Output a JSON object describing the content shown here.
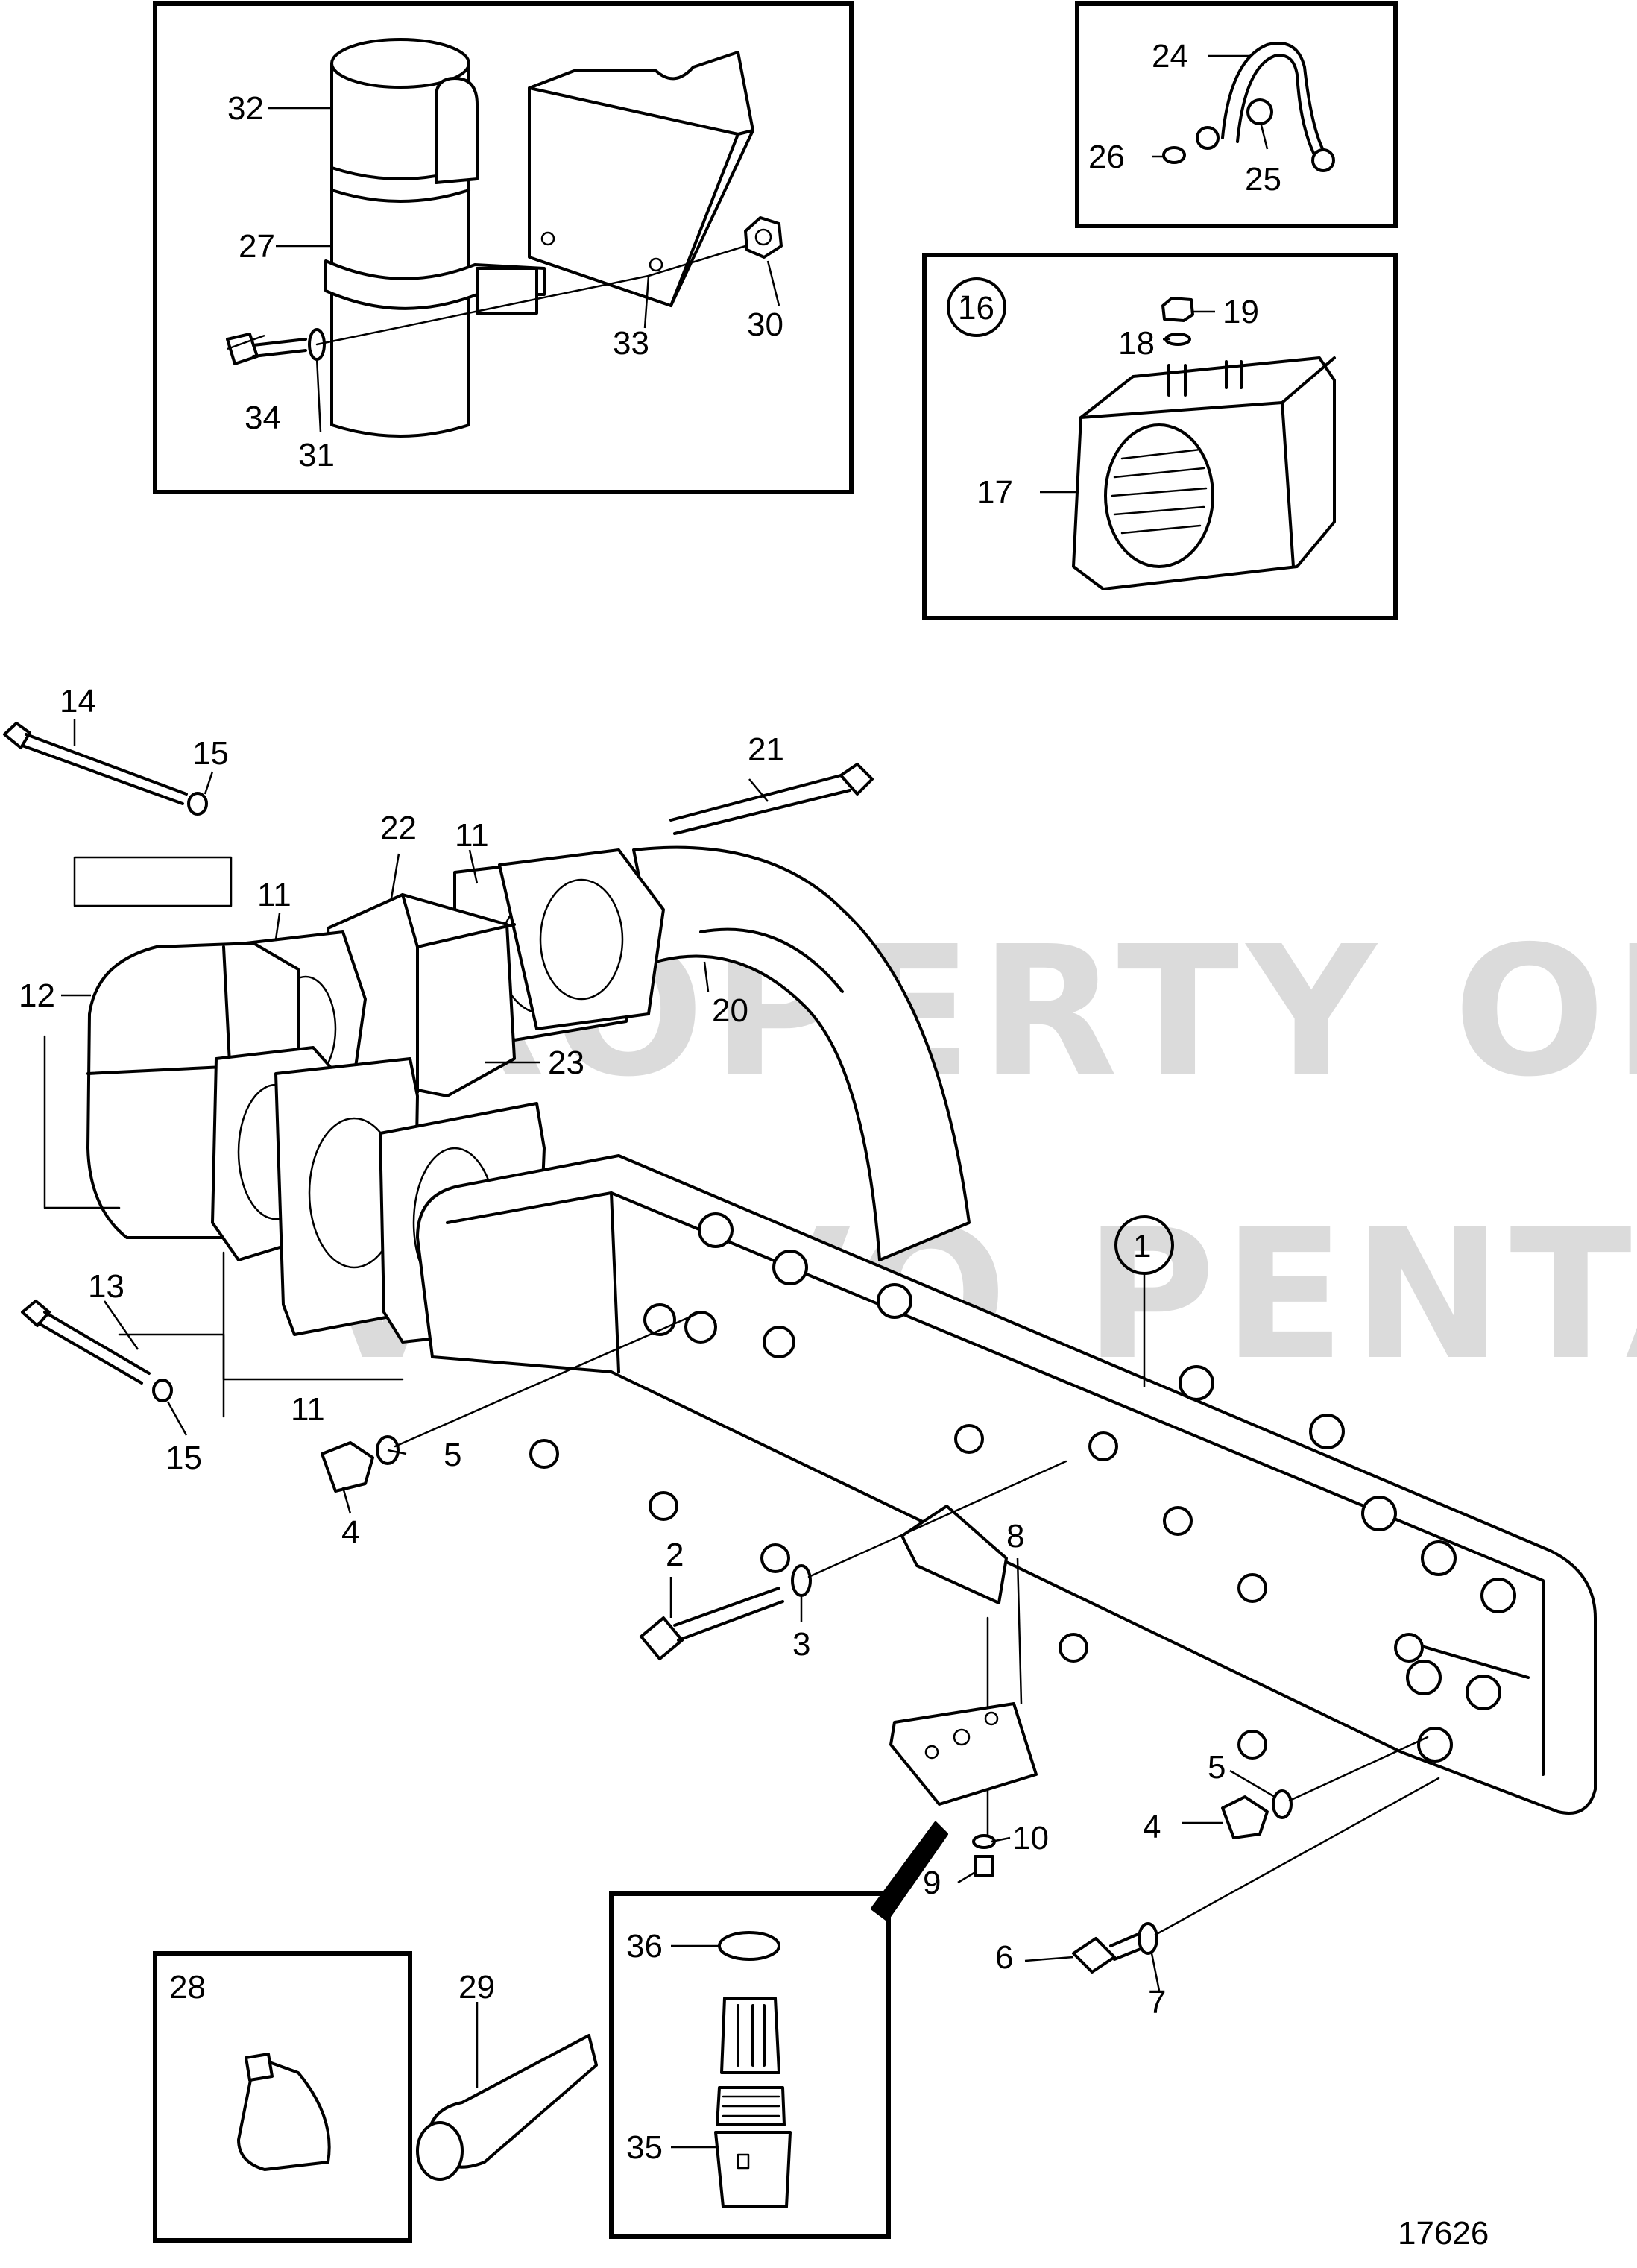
{
  "watermark": {
    "line1": "PROPERTY OF",
    "line2": "VOLVO PENTA"
  },
  "figure_number": "17626",
  "callouts": {
    "c1": "1",
    "c2": "2",
    "c3": "3",
    "c4a": "4",
    "c4b": "4",
    "c5a": "5",
    "c5b": "5",
    "c6": "6",
    "c7": "7",
    "c8": "8",
    "c9": "9",
    "c10": "10",
    "c11a": "11",
    "c11b": "11",
    "c11c": "11",
    "c12": "12",
    "c13": "13",
    "c14": "14",
    "c15a": "15",
    "c15b": "15",
    "c16": "16",
    "c17": "17",
    "c18": "18",
    "c19": "19",
    "c20": "20",
    "c21": "21",
    "c22": "22",
    "c23": "23",
    "c24": "24",
    "c25": "25",
    "c26": "26",
    "c27": "27",
    "c28": "28",
    "c29": "29",
    "c30": "30",
    "c31": "31",
    "c32": "32",
    "c33": "33",
    "c34": "34",
    "c35": "35",
    "c36": "36"
  }
}
